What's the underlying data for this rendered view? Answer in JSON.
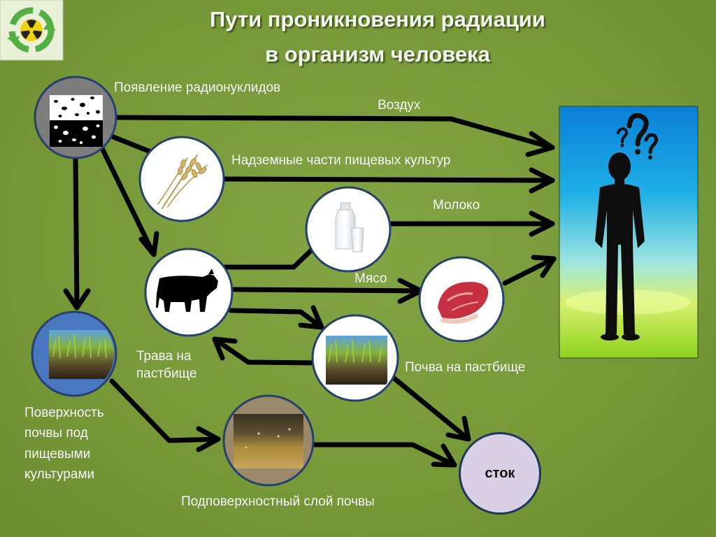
{
  "title": {
    "line1": "Пути проникновения радиации",
    "line2": "в организм человека"
  },
  "labels": {
    "radionuclides": "Появление радионуклидов",
    "air": "Воздух",
    "crops": "Надземные части пищевых культур",
    "milk": "Молоко",
    "meat": "Мясо",
    "grass_l1": "Трава на",
    "grass_l2": "пастбище",
    "pasture_soil": "Почва на пастбище",
    "surface_l1": "Поверхность",
    "surface_l2": "почвы под",
    "surface_l3": "пищевыми",
    "surface_l4": "культурами",
    "subsurface": "Подповерхностный слой почвы",
    "drain": "сток"
  },
  "colors": {
    "background": "#789a3a",
    "arrow": "#000000",
    "node_ring": "#26406e",
    "drain_fill": "#d9d0e6"
  },
  "icons": [
    "radiation-recycle-icon",
    "question-marks-icon"
  ]
}
